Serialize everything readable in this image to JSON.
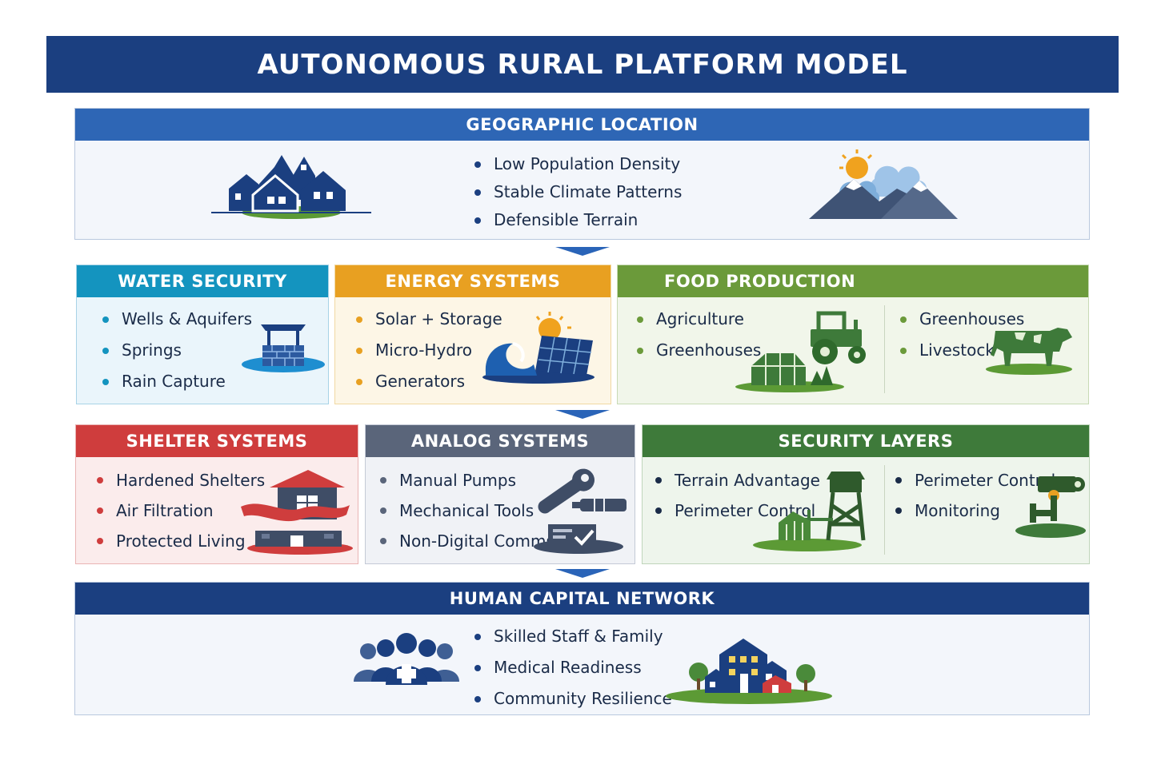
{
  "title": "AUTONOMOUS RURAL PLATFORM MODEL",
  "colors": {
    "title_bg": "#1b3f80",
    "geo": "#2e66b5",
    "water": "#1494bf",
    "energy": "#e8a021",
    "food": "#6b9a3a",
    "shelter": "#cf3d3d",
    "analog": "#5a657a",
    "security": "#3e7a3a",
    "human": "#1b3f80"
  },
  "geographic": {
    "header": "GEOGRAPHIC LOCATION",
    "items": [
      "Low Population Density",
      "Stable Climate Patterns",
      "Defensible Terrain"
    ],
    "icons": [
      "village-houses-icon",
      "mountain-sun-clouds-icon"
    ]
  },
  "water": {
    "header": "WATER SECURITY",
    "items": [
      "Wells & Aquifers",
      "Springs",
      "Rain Capture"
    ],
    "icon": "water-well-icon"
  },
  "energy": {
    "header": "ENERGY SYSTEMS",
    "items": [
      "Solar + Storage",
      "Micro-Hydro",
      "Generators"
    ],
    "icon": "solar-panel-wave-icon"
  },
  "food": {
    "header": "FOOD PRODUCTION",
    "items_left": [
      "Agriculture",
      "Greenhouses"
    ],
    "items_right": [
      "Greenhouses",
      "Livestock"
    ],
    "icons": [
      "tractor-greenhouse-icon",
      "cow-icon"
    ]
  },
  "shelter": {
    "header": "SHELTER SYSTEMS",
    "items": [
      "Hardened Shelters",
      "Air Filtration",
      "Protected Living"
    ],
    "icon": "hardened-shelter-icon"
  },
  "analog": {
    "header": "ANALOG SYSTEMS",
    "items": [
      "Manual Pumps",
      "Mechanical Tools",
      "Non-Digital Comms"
    ],
    "icon": "wrench-tools-radio-icon"
  },
  "security": {
    "header": "SECURITY LAYERS",
    "items_left": [
      "Terrain Advantage",
      "Perimeter Control"
    ],
    "items_right": [
      "Perimeter Control",
      "Monitoring"
    ],
    "icons": [
      "watchtower-icon",
      "security-camera-icon"
    ]
  },
  "human": {
    "header": "HUMAN CAPITAL NETWORK",
    "items": [
      "Skilled Staff & Family",
      "Medical Readiness",
      "Community Resilience"
    ],
    "icons": [
      "people-medical-cross-icon",
      "community-houses-icon"
    ]
  }
}
